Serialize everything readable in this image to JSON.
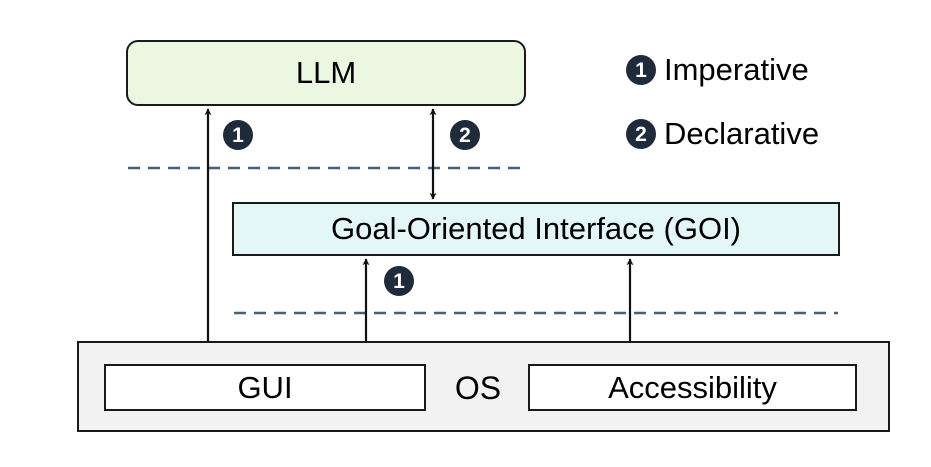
{
  "diagram": {
    "llm": {
      "label": "LLM"
    },
    "goi": {
      "label": "Goal-Oriented Interface (GOI)"
    },
    "os": {
      "label": "OS",
      "gui": {
        "label": "GUI"
      },
      "accessibility": {
        "label": "Accessibility"
      }
    },
    "edge_badges": {
      "llm_gui": "1",
      "llm_goi": "2",
      "goi_gui": "1"
    },
    "legend": [
      {
        "number": "1",
        "label": "Imperative"
      },
      {
        "number": "2",
        "label": "Declarative"
      }
    ],
    "colors": {
      "llm_fill": "#ebf7e1",
      "goi_fill": "#e4f7f7",
      "os_fill": "#f2f2f2",
      "badge_fill": "#1f2a3a",
      "dashed_line": "#44617a",
      "border": "#1a1a1a"
    }
  }
}
